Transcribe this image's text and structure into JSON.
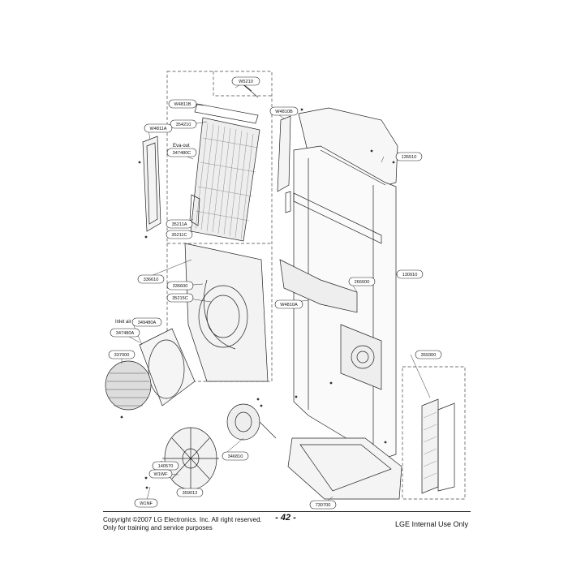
{
  "parts": [
    {
      "id": "w5210",
      "label": "W5210"
    },
    {
      "id": "w4811b",
      "label": "W4811B"
    },
    {
      "id": "p354210",
      "label": "354210"
    },
    {
      "id": "w4810b",
      "label": "W4810B"
    },
    {
      "id": "w4811a",
      "label": "W4811A"
    },
    {
      "id": "p347480c",
      "label": "347480C"
    },
    {
      "id": "p135510",
      "label": "135510"
    },
    {
      "id": "p35211a",
      "label": "35211A"
    },
    {
      "id": "p35211c",
      "label": "35211C"
    },
    {
      "id": "p336610",
      "label": "336610"
    },
    {
      "id": "p336600",
      "label": "336600"
    },
    {
      "id": "p266000",
      "label": "266000"
    },
    {
      "id": "p130910",
      "label": "130910"
    },
    {
      "id": "p35215c",
      "label": "35215C"
    },
    {
      "id": "w4810a",
      "label": "W4810A"
    },
    {
      "id": "p349480a",
      "label": "349480A"
    },
    {
      "id": "p347480a",
      "label": "347480A"
    },
    {
      "id": "p337000",
      "label": "337000"
    },
    {
      "id": "p359300",
      "label": "359300"
    },
    {
      "id": "p346810",
      "label": "346810"
    },
    {
      "id": "p140570",
      "label": "140570"
    },
    {
      "id": "w1wf",
      "label": "W1WF"
    },
    {
      "id": "p359012",
      "label": "359012"
    },
    {
      "id": "w1nf",
      "label": "W1NF"
    },
    {
      "id": "p730700",
      "label": "730700"
    }
  ],
  "annotations": {
    "eva_out": "Eva-out",
    "inlet_air": "Inlet air"
  },
  "footer": {
    "copyright": "Copyright ©2007 LG Electronics. Inc. All right reserved.",
    "purpose": "Only for training and service purposes",
    "page_number": "- 42 -",
    "internal": "LGE Internal Use Only"
  }
}
